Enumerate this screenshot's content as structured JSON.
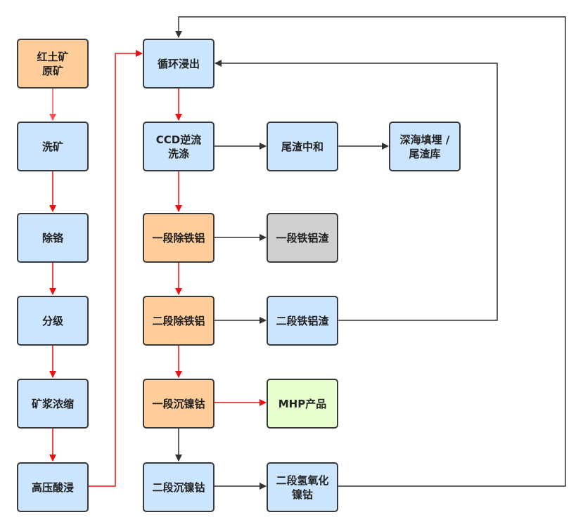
{
  "colors": {
    "blue": "#cce5ff",
    "orange": "#ffcd99",
    "gray": "#d0d0d0",
    "green": "#e6ffcc",
    "red_arrow": "#ee1111",
    "black_arrow": "#333333"
  },
  "nodes": {
    "ore": [
      "红土矿",
      "原矿"
    ],
    "washing": [
      "洗矿"
    ],
    "chrome_removal": [
      "除铬"
    ],
    "classification": [
      "分级"
    ],
    "slurry_thickening": [
      "矿浆浓缩"
    ],
    "hpal": [
      "高压酸浸"
    ],
    "circulating_leach": [
      "循环浸出"
    ],
    "ccd_washing": [
      "CCD逆流",
      "洗涤"
    ],
    "tailings_neutralization": [
      "尾渣中和"
    ],
    "tailings_disposal": [
      "深海填埋 /",
      "尾渣库"
    ],
    "stage1_fe_al_removal": [
      "一段除铁铝"
    ],
    "stage1_fe_al_residue": [
      "一段铁铝渣"
    ],
    "stage2_fe_al_removal": [
      "二段除铁铝"
    ],
    "stage2_fe_al_residue": [
      "二段铁铝渣"
    ],
    "stage1_ni_co_precipitation": [
      "一段沉镍钴"
    ],
    "mhp_product": [
      "MHP产品"
    ],
    "stage2_ni_co_precipitation": [
      "二段沉镍钴"
    ],
    "stage2_ni_co_hydroxide": [
      "二段氢氧化",
      "镍钴"
    ]
  }
}
